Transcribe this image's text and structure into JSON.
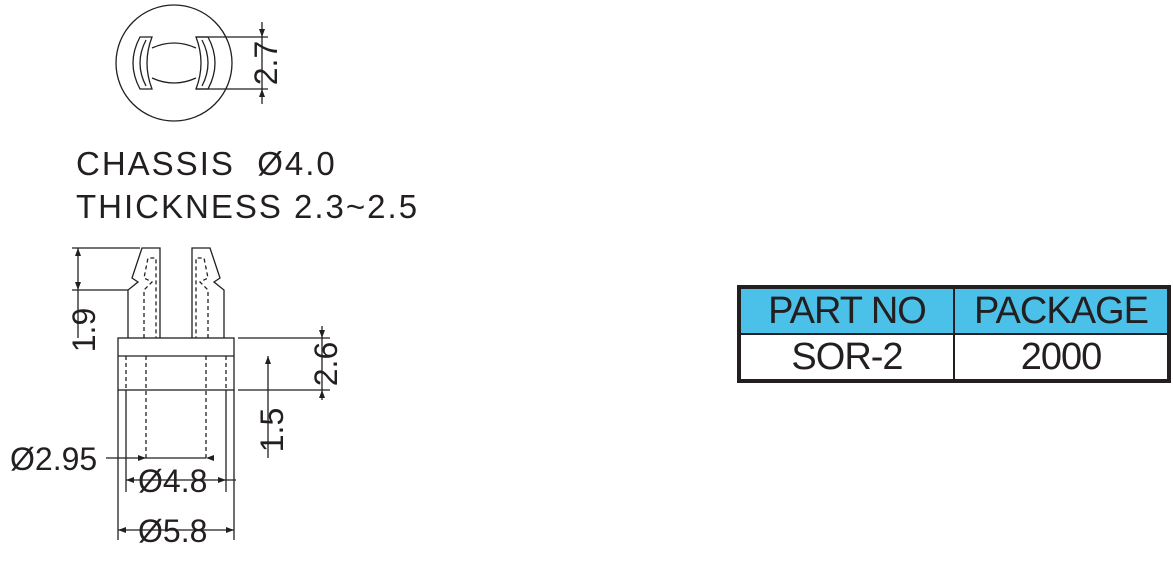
{
  "specs": {
    "chassis": "CHASSIS  Ø4.0",
    "thickness": "THICKNESS 2.3~2.5"
  },
  "top_view": {
    "dim_gap": "2.7"
  },
  "side_view": {
    "dim_prong": "1.9",
    "dim_height": "2.6",
    "dim_base": "1.5",
    "dim_inner": "Ø2.95",
    "dim_mid": "Ø4.8",
    "dim_outer": "Ø5.8"
  },
  "table": {
    "headers": [
      "PART NO",
      "PACKAGE"
    ],
    "row": [
      "SOR-2",
      "2000"
    ],
    "header_color": "#4bc0e9"
  }
}
